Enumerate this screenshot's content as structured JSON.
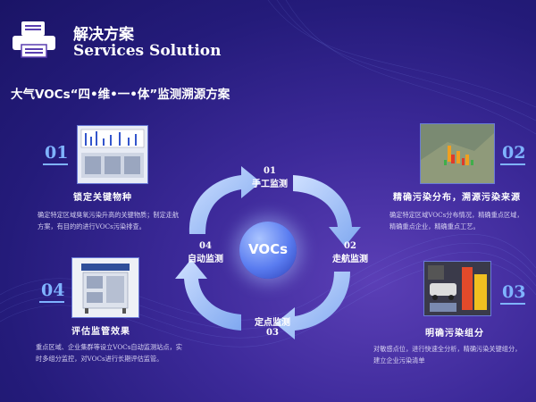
{
  "header": {
    "title_cn": "解决方案",
    "title_en": "Services Solution"
  },
  "subtitle": "大气VOCs“四•维•一•体”监测溯源方案",
  "center": "VOCs",
  "cycle": [
    {
      "num": "01",
      "label": "手工监测"
    },
    {
      "num": "02",
      "label": "走航监测"
    },
    {
      "num": "03",
      "label": "定点监测"
    },
    {
      "num": "04",
      "label": "自动监测"
    }
  ],
  "cards": [
    {
      "num": "01",
      "title": "锁定关键物种",
      "desc": "确定特定区域臭氧污染升高的关键物质；制定走航方案，有目的的进行VOCs污染排查。"
    },
    {
      "num": "02",
      "title": "精确污染分布，溯源污染来源",
      "desc": "确定特定区域VOCs分布情况，精确重点区域，精确重点企业，精确重点工艺。"
    },
    {
      "num": "03",
      "title": "明确污染组分",
      "desc": "对敏感点位，进行快速全分析，精确污染关键组分，建立企业污染清单"
    },
    {
      "num": "04",
      "title": "评估监管效果",
      "desc": "重点区域、企业集群等设立VOCs自动监测站点，实时多组分监控，对VOCs进行长期评估监管。"
    }
  ],
  "colors": {
    "accent": "#7fb3ff",
    "arrow": "#9fc0ff"
  }
}
